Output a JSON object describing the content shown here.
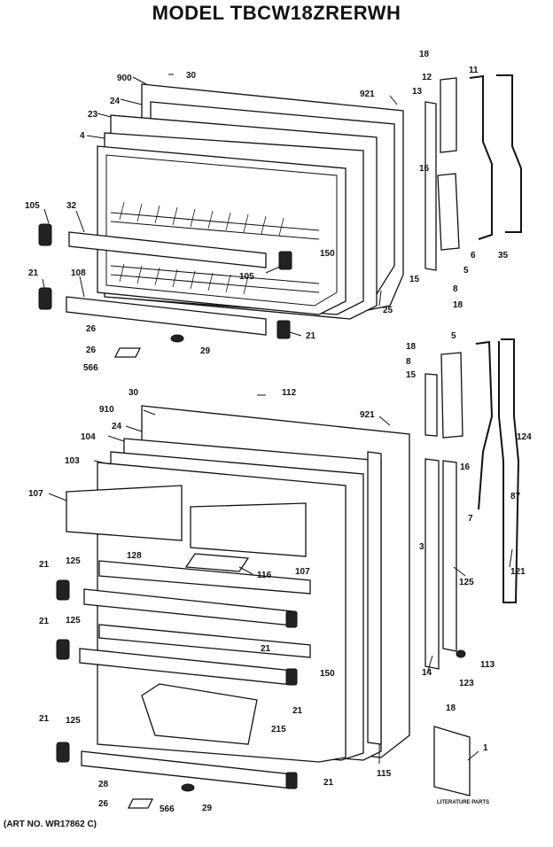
{
  "title": "MODEL TBCW18ZRERWH",
  "art_number": "(ART NO. WR17862 C)",
  "literature_label": "LITERATURE PARTS",
  "part_numbers": {
    "top": [
      "900",
      "30",
      "24",
      "23",
      "4",
      "105",
      "32",
      "21",
      "108",
      "26",
      "26",
      "566",
      "29",
      "21",
      "105",
      "150",
      "25",
      "921",
      "13",
      "12",
      "11",
      "18",
      "16",
      "5",
      "15",
      "8",
      "18",
      "6",
      "35"
    ],
    "bottom": [
      "30",
      "112",
      "910",
      "24",
      "104",
      "103",
      "107",
      "128",
      "116",
      "107",
      "125",
      "21",
      "21",
      "125",
      "21",
      "21",
      "125",
      "215",
      "150",
      "21",
      "28",
      "26",
      "566",
      "29",
      "21",
      "115",
      "921",
      "18",
      "8",
      "15",
      "5",
      "16",
      "3",
      "14",
      "125",
      "113",
      "123",
      "18",
      "7",
      "124",
      "87",
      "121",
      "1"
    ]
  }
}
